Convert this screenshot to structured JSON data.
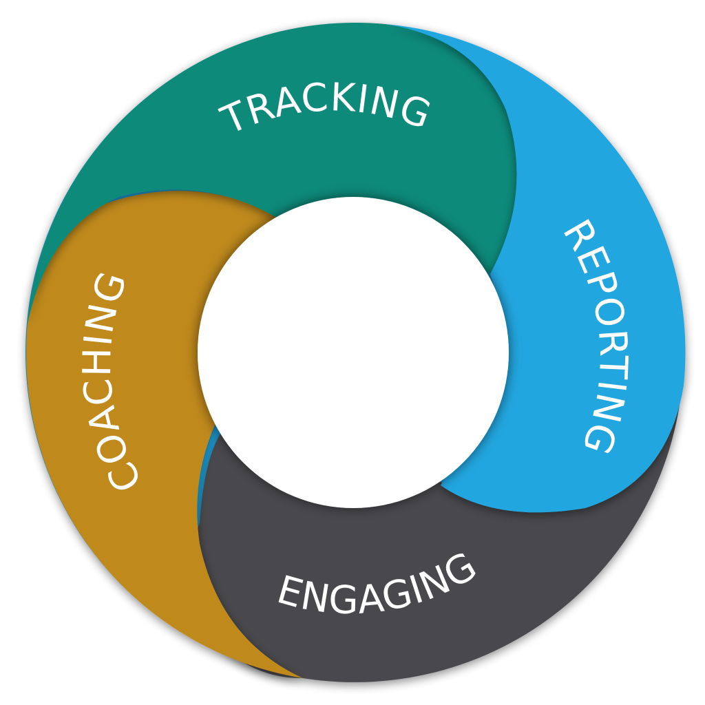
{
  "diagram": {
    "segments": [
      {
        "id": "tracking",
        "label": "TRACKING",
        "color": "#0e8a7a"
      },
      {
        "id": "reporting",
        "label": "REPORTING",
        "color": "#22a6df"
      },
      {
        "id": "engaging",
        "label": "ENGAGING",
        "color": "#4a4a4e"
      },
      {
        "id": "coaching",
        "label": "COACHING",
        "color": "#bf891b"
      }
    ],
    "center_color": "#ffffff"
  }
}
